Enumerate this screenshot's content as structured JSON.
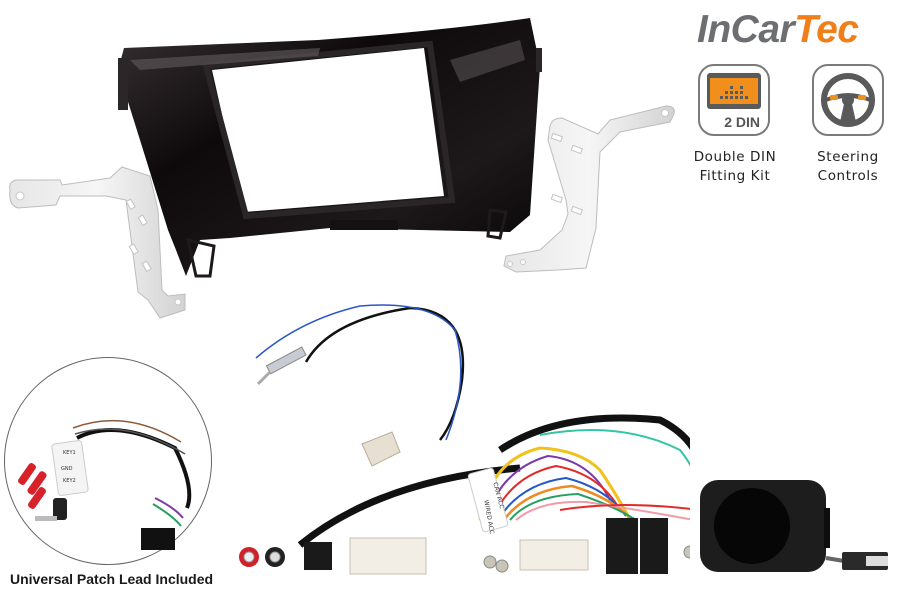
{
  "brand": {
    "name_part1": "InCar",
    "name_part2": "Tec",
    "colors": {
      "primary": "#6d6e71",
      "accent": "#f07f1a"
    }
  },
  "features": [
    {
      "icon": "double-din-icon",
      "badge": "2 DIN",
      "label_line1": "Double DIN",
      "label_line2": "Fitting Kit"
    },
    {
      "icon": "steering-wheel-icon",
      "label_line1": "Steering",
      "label_line2": "Controls"
    }
  ],
  "product_parts": {
    "fascia": "gloss-black-double-din-fascia",
    "brackets": [
      "left-mounting-bracket",
      "right-mounting-bracket"
    ],
    "antenna_adapter": "antenna-adapter-lead",
    "harness": {
      "labels": [
        "CAN ACC",
        "WIRED ACC"
      ]
    },
    "interface_box": "steering-control-interface-with-usb"
  },
  "inset": {
    "caption": "Universal Patch Lead Included",
    "wire_labels": [
      "KEY1",
      "GND",
      "KEY2"
    ]
  }
}
